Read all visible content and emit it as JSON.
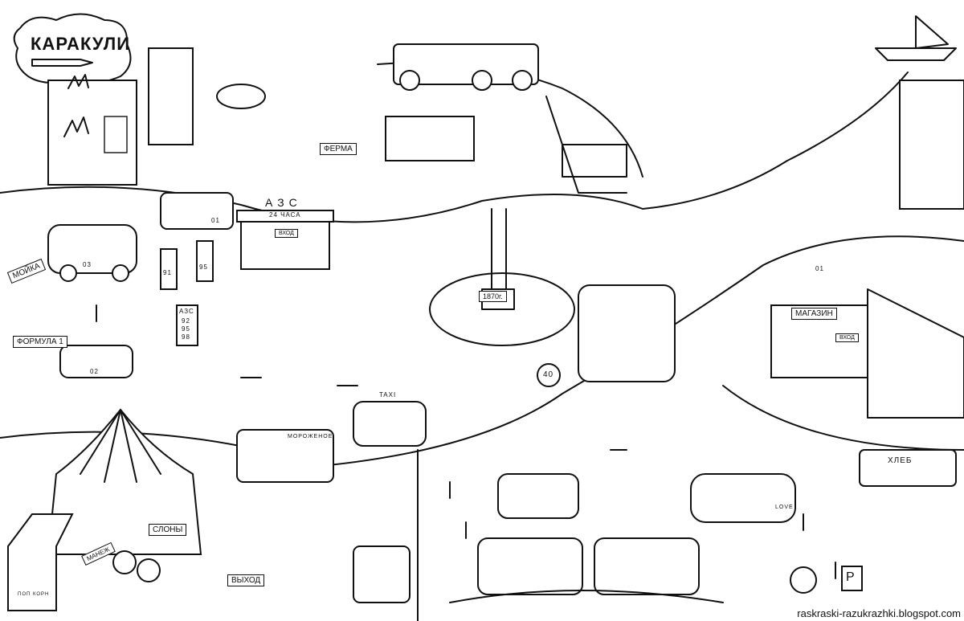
{
  "logo": {
    "text": "КАРАКУЛИ"
  },
  "signs": {
    "farm": "ФЕРМА",
    "gas_station": "А З С",
    "open_24h": "24 ЧАСА",
    "entrance": "ВХОД",
    "car_wash": "МОЙКА",
    "formula1": "ФОРМУЛА 1",
    "fuel_board_title": "АЗС",
    "fuel_prices": [
      "92",
      "95",
      "98"
    ],
    "pump_1": "91",
    "pump_2": "95",
    "monument_year": "1870г.",
    "shop": "МАГАЗИН",
    "shop_entrance": "ВХОД",
    "taxi": "TAXI",
    "ice_cream": "МОРОЖЕНОЕ",
    "bread": "ХЛЕБ",
    "elephants": "СЛОНЫ",
    "arena": "МАНЕЖ",
    "exit": "ВЫХОД",
    "popcorn": "ПОП КОРН",
    "speed_limit": "40",
    "love": "LOVE",
    "parking": "P"
  },
  "vehicle_numbers": {
    "fire_truck": "01",
    "ambulance": "03",
    "police": "02",
    "fire_van": "01"
  },
  "watermark": "raskraski-razukrazhki.blogspot.com"
}
